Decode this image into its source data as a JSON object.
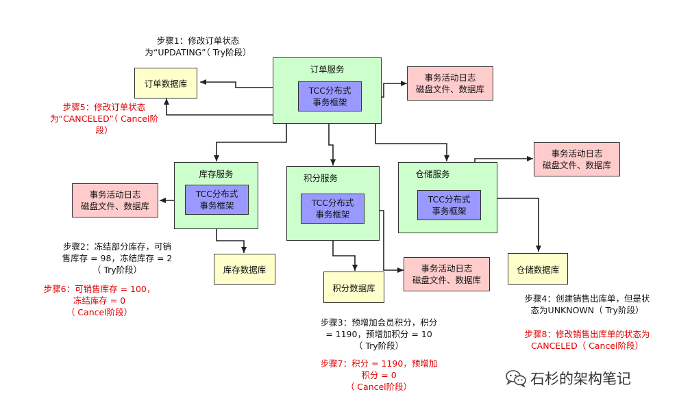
{
  "services": {
    "order": {
      "label": "订单服务"
    },
    "inventory": {
      "label": "库存服务"
    },
    "points": {
      "label": "积分服务"
    },
    "warehouse": {
      "label": "仓储服务"
    }
  },
  "tcc": {
    "line1": "TCC分布式",
    "line2": "事务框架"
  },
  "log": {
    "line1": "事务活动日志",
    "line2": "磁盘文件、数据库"
  },
  "databases": {
    "order": "订单数据库",
    "inventory": "库存数据库",
    "points": "积分数据库",
    "warehouse": "仓储数据库"
  },
  "steps": {
    "step1": [
      "步骤1：修改订单状态",
      "为“UPDATING”（ Try阶段）"
    ],
    "step5": [
      "步骤5：修改订单状态",
      "为“CANCELED”（ Cancel阶",
      "段）"
    ],
    "step2": [
      "步骤2：冻结部分库存，可销",
      "售库存 = 98，冻结库存 = 2",
      "（ Try阶段）"
    ],
    "step6": [
      "步骤6：可销售库存 = 100，",
      "冻结库存 = 0",
      "（ Cancel阶段）"
    ],
    "step3": [
      "步骤3：预增加会员积分，积分",
      "= 1190，预增加积分 = 10",
      "（ Try阶段）"
    ],
    "step7": [
      "步骤7：积分 = 1190，预增加",
      "积分 = 0",
      "（ Cancel阶段）"
    ],
    "step4": [
      "步骤4：创建销售出库单，但是状",
      "态为UNKNOWN（ Try阶段）"
    ],
    "step8": [
      "步骤8：修改销售出库单的状态为",
      "CANCELED（ Cancel阶段）"
    ]
  },
  "watermark": "石杉的架构笔记",
  "colors": {
    "service": "#ccffcc",
    "tcc": "#9999ff",
    "db": "#ffffcc",
    "log": "#ffcccc",
    "cancel_text": "#e00000"
  }
}
